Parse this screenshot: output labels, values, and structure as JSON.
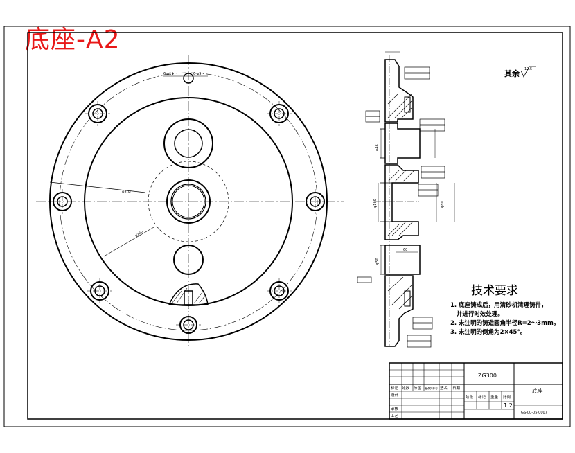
{
  "sheet_title": "底座-A2",
  "surface_finish_note": "其余",
  "surface_finish_value": "12.5",
  "tech_requirements": {
    "heading": "技术要求",
    "items": [
      "1. 底座铸成后，用清砂机清理铸件，",
      "   并进行时效处理。",
      "2. 未注明的铸造圆角半径R=2～3mm。",
      "3. 未注明的倒角为2×45°。"
    ]
  },
  "dimensions": {
    "dia_outer": "φ304",
    "dia_pitch": "φ160",
    "bolt_a": "6-φ11",
    "bolt_b": "6-φ9",
    "side_top": "φ46",
    "side_bore": "φ80",
    "side_big": "φ160",
    "side_lower": "φ50",
    "width_60": "60"
  },
  "title_block": {
    "material": "ZG300",
    "part_name": "底座",
    "scale": "1:2",
    "drawing_number": "GS-00-05-0007",
    "row_labels": [
      "设计",
      "审核",
      "工艺"
    ],
    "header_cells": [
      "标记",
      "处数",
      "分区",
      "更改文件号",
      "签名",
      "日期"
    ],
    "stage_cells": [
      "阶段",
      "标记",
      "重量",
      "比例"
    ]
  }
}
